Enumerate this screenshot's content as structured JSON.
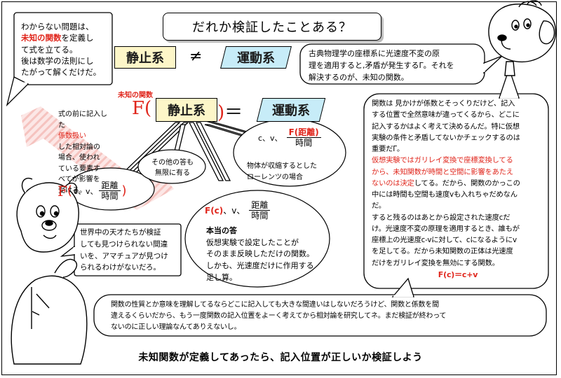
{
  "title": "だれか検証したことある？",
  "left_note": {
    "line1": "わからない問題は、",
    "highlight": "未知の関数",
    "line2_rest": "を定義し",
    "line3": "て式を立てる。",
    "line4": "後は数学の法則にし",
    "line5": "たがって解くだけだ。"
  },
  "top_equation": {
    "static": "静止系",
    "neq": "≠",
    "moving": "運動系"
  },
  "top_right_note": {
    "line1": "古典物理学の座標系に光速度不変の原",
    "line2": "理を適用すると,矛盾が発生するΓ。それを",
    "line3": "解決するのが、未知の関数。"
  },
  "main_equation": {
    "label": "未知の関数",
    "f_open": "F(",
    "static": "静止系",
    "close_eq": ")＝",
    "moving": "運動系"
  },
  "diagonal_note": {
    "lines": [
      "式の前に記",
      "入した",
      "係数扱い",
      "した相対論の",
      "場合、使われ",
      "ている要素す",
      "べてが影響を",
      "受ける。"
    ]
  },
  "left_oval": {
    "f": "F",
    "open": "(",
    "args": "c、v、",
    "num": "距離",
    "den": "時間",
    "close": ")"
  },
  "mid_oval": {
    "line1": "その他の答も",
    "line2": "無限に有る"
  },
  "right_oval": {
    "args": "c、v、",
    "num": "F(距離)",
    "den": "時間",
    "line1": "物体が収縮するとした",
    "line2": "ローレンツの場合"
  },
  "center_oval": {
    "f": "F(c)",
    "args": "、v、",
    "num": "距離",
    "den": "時間",
    "heading": "本当の答",
    "line1": "仮想実験で設定したことが",
    "line2": "そのまま反映しただけの関数。",
    "line3": "しかも、光速度だけに作用する",
    "line4": "足し算。"
  },
  "right_panel": {
    "p1": [
      "関数は 見かけが係数とそっくりだけど、記入",
      "する位置で全然意味が違ってくるから、どこに",
      "記入するかはよく考えて決めるんだ。特に仮想",
      "実験の条件と矛盾してないかチェックするのは",
      "重要だΓ。"
    ],
    "red": [
      "仮想実験ではガリレイ変換で座標変換してる",
      "から、未知関数が時間と空間に影響をあたえ",
      "ないのは決定"
    ],
    "p2_tail": "してる。だから、関数のかっこの",
    "p2": [
      "中には時間も空間も速度vも入れちゃだめなん",
      "だ。"
    ],
    "p3": [
      "すると残るのはあとから設定された速度cだ",
      "け。光速度不変の原理を適用するとき、誰もが",
      "座標上の光速度c-vに対して、cになるようにv",
      "を足してる。だから未知関数の正体は光速度",
      "だけをガリレイ変換を無効にする関数。"
    ],
    "formula": "F(c)＝c+v"
  },
  "genius_note": {
    "lines": [
      "世界中の天才たちが検証",
      "しても見つけられない間違",
      "いを、アマチュアが見つけ",
      "られるわけがないだろ。"
    ]
  },
  "bottom_bubble": {
    "lines": [
      "関数の性質とか意味を理解してるならどこに記入しても大きな間違いはしないだろうけど、関数と係数を間",
      "違えるくらいだから、もう一度関数の記入位置をよーく考えてから相対論を研究してネ。まだ検証が終わって",
      "ないのに正しい理論なんてありえないし。"
    ]
  },
  "bottom_line": "未知関数が定義してあったら、記入位置が正しいか検証しよう",
  "colors": {
    "accent_red": "#e0261c",
    "static_fill": "#fdf6c8",
    "moving_fill": "#c7ecf8",
    "diagonal_fill": "#f6c9c6"
  },
  "icons": [
    "dog-character-icon",
    "bear-character-icon"
  ]
}
